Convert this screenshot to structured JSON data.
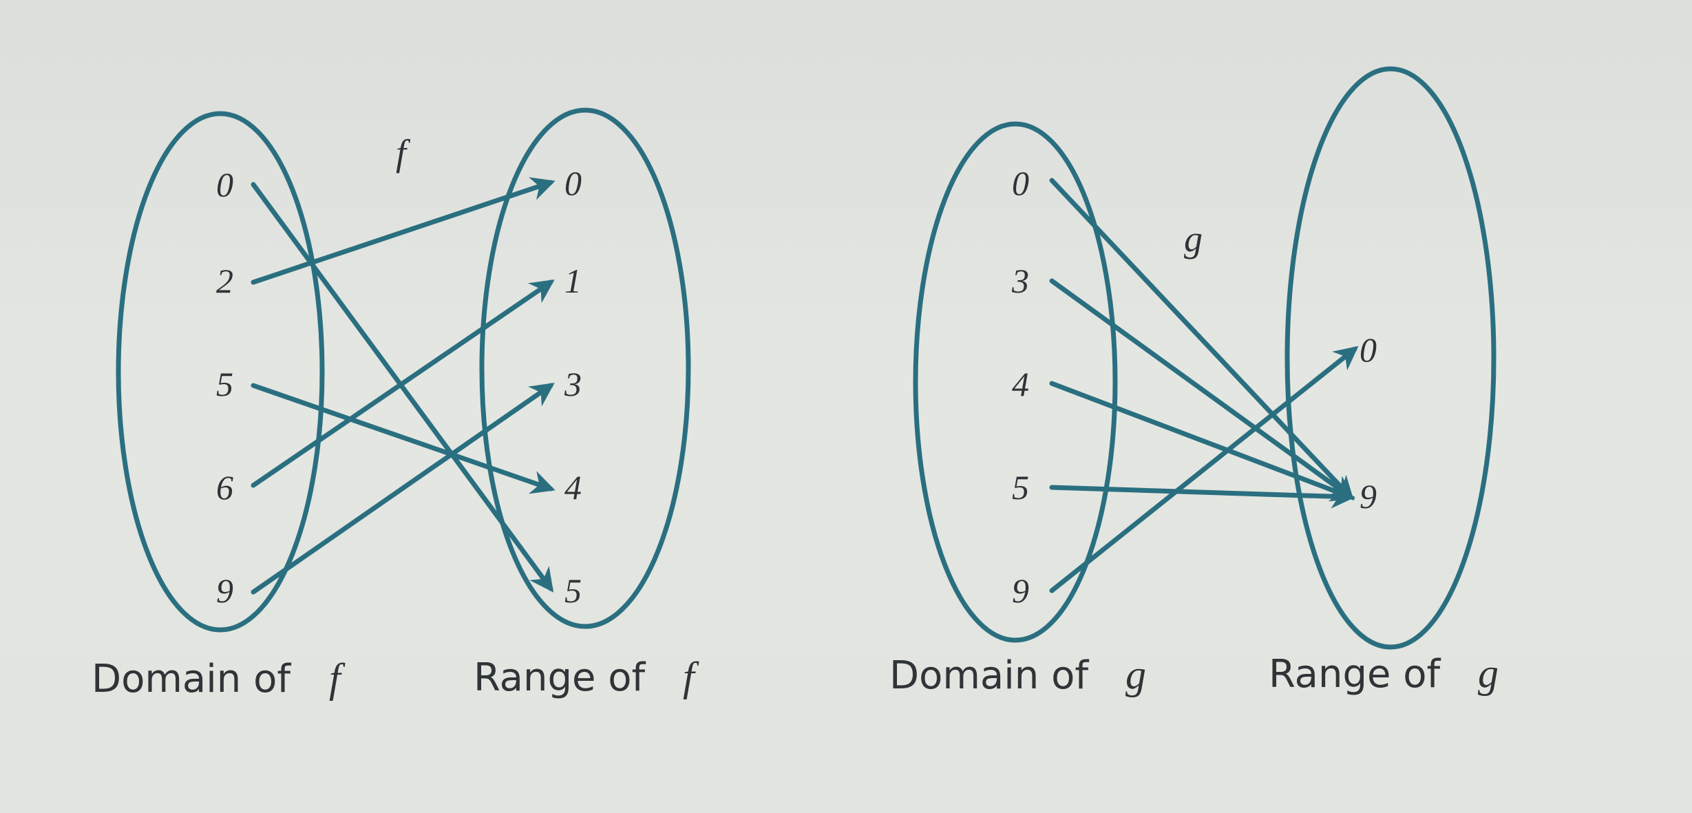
{
  "diagrams": [
    {
      "id": "f",
      "function_label": "f",
      "domain_caption": "Domain of",
      "range_caption": "Range of",
      "caption_var": "f",
      "domain": [
        "0",
        "2",
        "5",
        "6",
        "9"
      ],
      "range": [
        "0",
        "1",
        "3",
        "4",
        "5"
      ],
      "mapping": [
        {
          "from": "0",
          "to": "5"
        },
        {
          "from": "2",
          "to": "0"
        },
        {
          "from": "5",
          "to": "4"
        },
        {
          "from": "6",
          "to": "1"
        },
        {
          "from": "9",
          "to": "3"
        }
      ]
    },
    {
      "id": "g",
      "function_label": "g",
      "domain_caption": "Domain of",
      "range_caption": "Range of",
      "caption_var": "g",
      "domain": [
        "0",
        "3",
        "4",
        "5",
        "9"
      ],
      "range": [
        "0",
        "9"
      ],
      "mapping": [
        {
          "from": "0",
          "to": "9"
        },
        {
          "from": "3",
          "to": "9"
        },
        {
          "from": "4",
          "to": "9"
        },
        {
          "from": "5",
          "to": "9"
        },
        {
          "from": "9",
          "to": "0"
        }
      ]
    }
  ],
  "colors": {
    "accent": "#2a6f80",
    "text": "#2d3336"
  }
}
